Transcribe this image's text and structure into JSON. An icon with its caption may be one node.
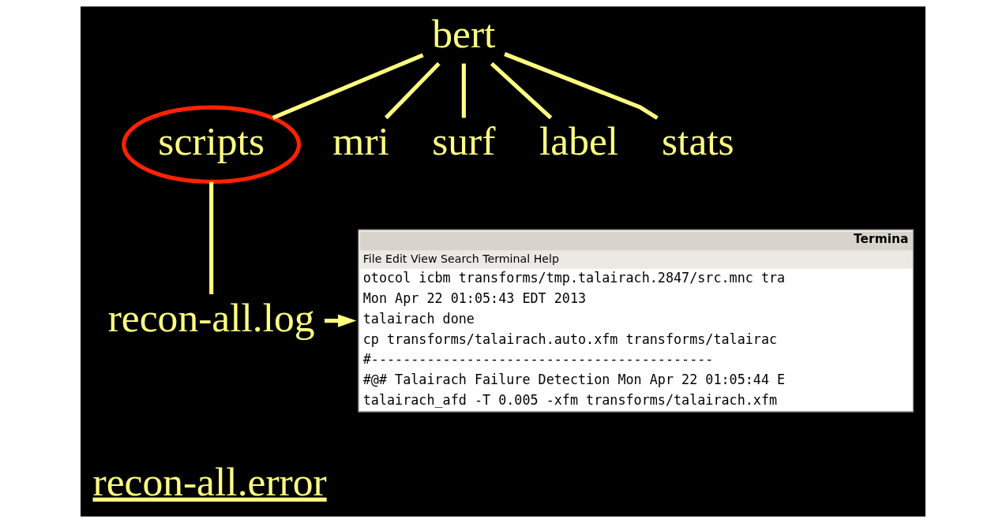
{
  "diagram": {
    "nodes": [
      {
        "text": [
          "bert"
        ]
      },
      {
        "text": [
          "scripts"
        ]
      },
      {
        "text": [
          "mri"
        ]
      },
      {
        "text": [
          "surf"
        ]
      },
      {
        "text": [
          "label"
        ]
      },
      {
        "text": [
          "stats"
        ]
      },
      {
        "text": [
          "recon-all.log"
        ]
      },
      {
        "text": [
          "Termina",
          "File Edit View Search Terminal Help",
          "otocol icbm transforms/tmp.talairach.2847/src.mnc tra",
          "Mon Apr 22 01:05:43 EDT 2013",
          "talairach done",
          "cp transforms/talairach.auto.xfm transforms/talairac",
          "#-------------------------------------------",
          "#@# Talairach Failure Detection Mon Apr 22 01:05:44 E",
          "talairach_afd -T 0.005 -xfm transforms/talairach.xfm"
        ]
      }
    ],
    "edges": [
      {
        "from": 0,
        "to": 1,
        "arrow": "none"
      },
      {
        "from": 0,
        "to": 2,
        "arrow": "none"
      },
      {
        "from": 0,
        "to": 3,
        "arrow": "none"
      },
      {
        "from": 0,
        "to": 4,
        "arrow": "none"
      },
      {
        "from": 0,
        "to": 5,
        "arrow": "none"
      },
      {
        "from": 1,
        "to": 6,
        "arrow": "none"
      },
      {
        "from": 6,
        "to": 7,
        "arrow": "to"
      }
    ],
    "labels": [
      "recon-all.error"
    ]
  }
}
